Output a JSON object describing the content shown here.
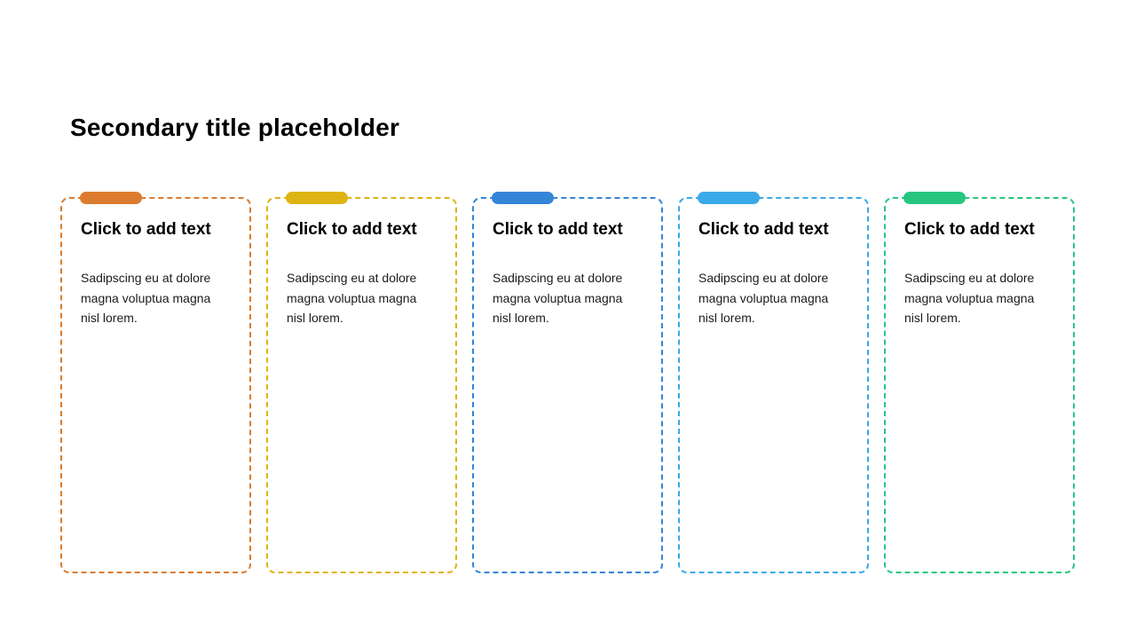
{
  "page": {
    "background": "#ffffff"
  },
  "title": "Secondary title placeholder",
  "cards": [
    {
      "accent": "#DC7B2D",
      "heading": "Click to add text",
      "body": "Sadipscing eu at dolore magna voluptua magna nisl lorem."
    },
    {
      "accent": "#DDB414",
      "heading": "Click to add text",
      "body": "Sadipscing eu at dolore magna voluptua magna nisl lorem."
    },
    {
      "accent": "#3485D8",
      "heading": "Click to add text",
      "body": "Sadipscing eu at dolore magna voluptua magna nisl lorem."
    },
    {
      "accent": "#3AA9E8",
      "heading": "Click to add text",
      "body": "Sadipscing eu at dolore magna voluptua magna nisl lorem."
    },
    {
      "accent": "#28C581",
      "heading": "Click to add text",
      "body": "Sadipscing eu at dolore magna voluptua magna nisl lorem."
    }
  ]
}
